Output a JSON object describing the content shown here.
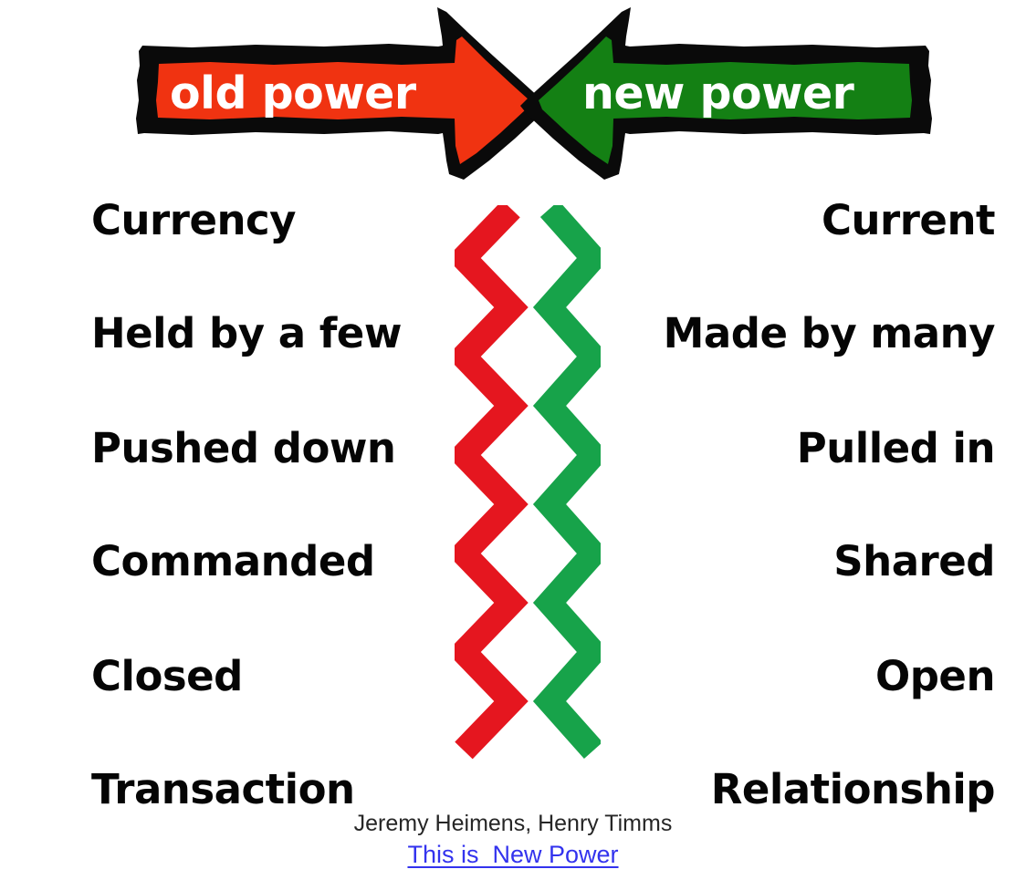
{
  "header": {
    "old_power": {
      "label": "old power",
      "fill_color": "#f03311",
      "outline_color": "#000000",
      "text_color": "#ffffff",
      "direction": "right"
    },
    "new_power": {
      "label": "new power",
      "fill_color": "#148014",
      "outline_color": "#000000",
      "text_color": "#ffffff",
      "direction": "left"
    }
  },
  "divider": {
    "red_color": "#e5161f",
    "green_color": "#17a34a"
  },
  "comparison": {
    "rows": [
      {
        "old": "Currency",
        "new": "Current"
      },
      {
        "old": "Held by a few",
        "new": "Made by many"
      },
      {
        "old": "Pushed down",
        "new": "Pulled in"
      },
      {
        "old": "Commanded",
        "new": "Shared"
      },
      {
        "old": "Closed",
        "new": "Open"
      },
      {
        "old": "Transaction",
        "new": "Relationship"
      }
    ]
  },
  "footer": {
    "attribution": "Jeremy Heimens, Henry Timms",
    "link_text": "This is  New Power",
    "link_color": "#3333ee"
  }
}
